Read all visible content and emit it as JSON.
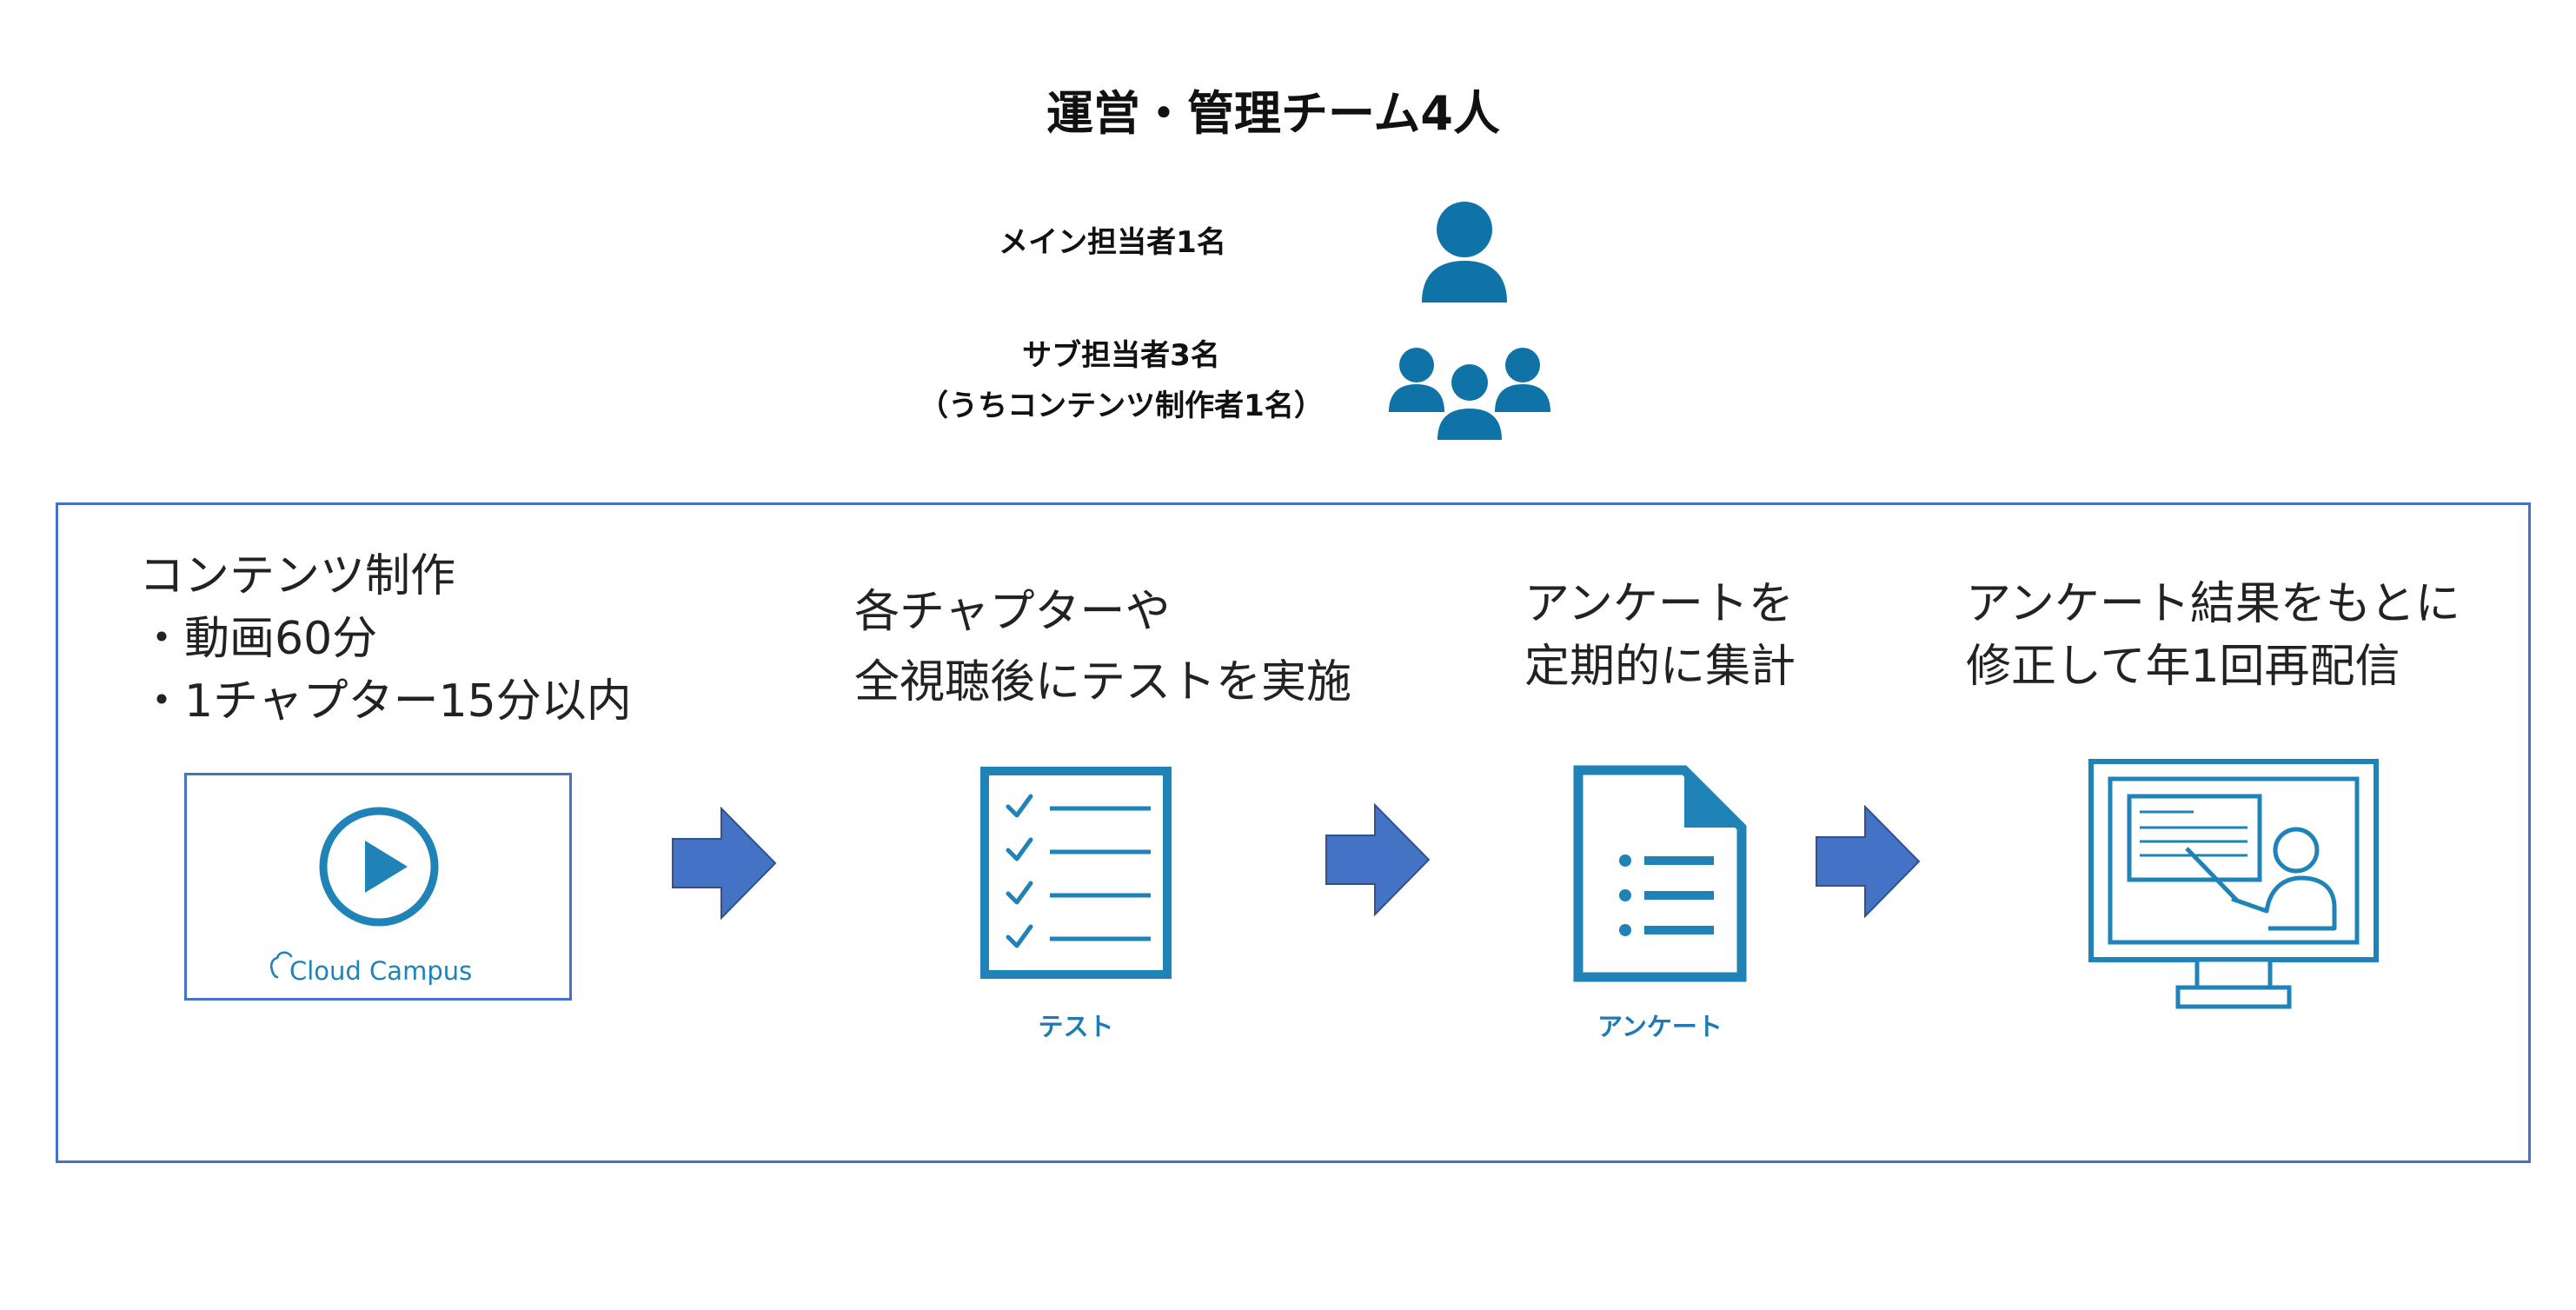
{
  "header": {
    "title": "運営・管理チーム4人"
  },
  "team": {
    "main_role": "メイン担当者1名",
    "sub_role_line1": "サブ担当者3名",
    "sub_role_line2": "（うちコンテンツ制作者1名）",
    "icons": [
      "person-icon",
      "people-group-icon"
    ]
  },
  "steps": [
    {
      "lines": [
        "コンテンツ制作",
        "・動画60分",
        "・1チャプター15分以内"
      ],
      "visual": {
        "icon": "play-icon",
        "brand": "Cloud Campus"
      }
    },
    {
      "lines": [
        "各チャプターや",
        "全視聴後にテストを実施"
      ],
      "visual": {
        "icon": "checklist-document-icon",
        "caption": "テスト"
      }
    },
    {
      "lines": [
        "アンケートを",
        "定期的に集計"
      ],
      "visual": {
        "icon": "survey-document-icon",
        "caption": "アンケート"
      }
    },
    {
      "lines": [
        "アンケート結果をもとに",
        "修正して年1回再配信"
      ],
      "visual": {
        "icon": "presentation-monitor-icon"
      }
    }
  ],
  "colors": {
    "icon_blue": "#1f83b8",
    "person_blue": "#0f73a8",
    "arrow_fill": "#4472c4",
    "arrow_stroke": "#2f528f",
    "frame_border": "#4472c4"
  }
}
